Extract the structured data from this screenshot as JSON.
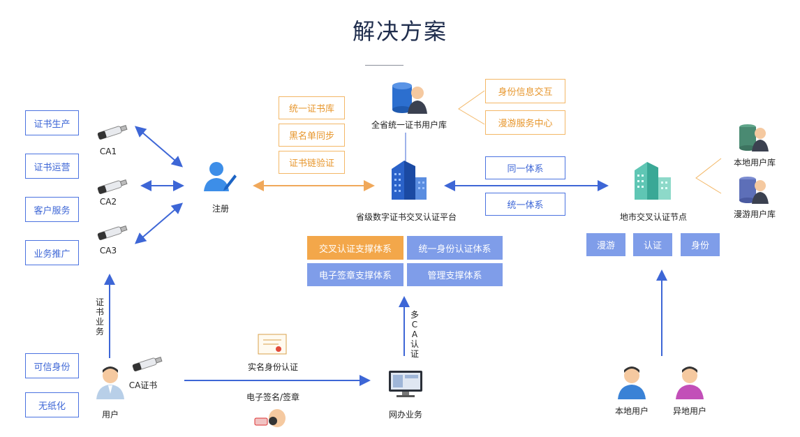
{
  "title": "解决方案",
  "left_boxes": [
    "证书生产",
    "证书运营",
    "客户服务",
    "业务推广"
  ],
  "left_bottom_boxes": [
    "可信身份",
    "无纸化"
  ],
  "ca_labels": [
    "CA1",
    "CA2",
    "CA3"
  ],
  "register_label": "注册",
  "cert_business_label": "证书业务",
  "user_label": "用户",
  "ca_cert_label": "CA证书",
  "realname_label": "实名身份认证",
  "esign_label": "电子签名/签章",
  "online_label": "网办业务",
  "multi_ca_label": "多CA认证",
  "orange_left_boxes": [
    "统一证书库",
    "黑名单同步",
    "证书链验证"
  ],
  "provincial_db_label": "全省统一证书用户库",
  "orange_right_boxes": [
    "身份信息交互",
    "漫游服务中心"
  ],
  "platform_label": "省级数字证书交叉认证平台",
  "middle_boxes": [
    "同一体系",
    "统一体系"
  ],
  "support_boxes": [
    "交叉认证支撑体系",
    "统一身份认证体系",
    "电子签章支撑体系",
    "管理支撑体系"
  ],
  "city_node_label": "地市交叉认证节点",
  "city_boxes": [
    "漫游",
    "认证",
    "身份"
  ],
  "local_db_label": "本地用户库",
  "roam_db_label": "漫游用户库",
  "local_user_label": "本地用户",
  "remote_user_label": "异地用户"
}
